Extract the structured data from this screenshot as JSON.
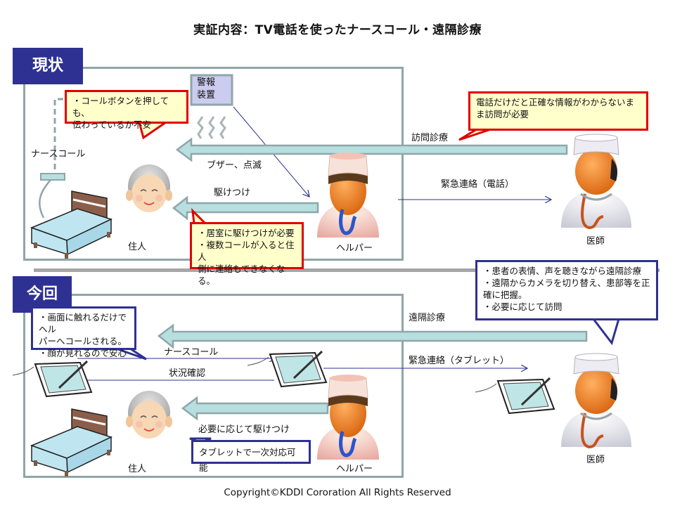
{
  "title": "実証内容：TV電話を使ったナースコール・遠隔診療",
  "current": {
    "tag": "現状",
    "alarm_device": "警報\n装置",
    "alarm_line1": "警報",
    "alarm_line2": "装置",
    "nurse_call_label": "ナースコール",
    "buzzer_label": "ブザー、点滅",
    "rush_label": "駆けつけ",
    "visit_label": "訪問診療",
    "emergency_label": "緊急連絡（電話）",
    "resident_label": "住人",
    "helper_label": "ヘルパー",
    "doctor_label": "医師",
    "callout_resident": [
      "・コールボタンを押しても、",
      "伝わっているか不安"
    ],
    "callout_helper": [
      "・居室に駆けつけが必要",
      "・複数コールが入ると住人",
      "側に連絡もできなくなる。"
    ],
    "callout_doctor": [
      "電話だけだと正確な情報がわからないま",
      "ま訪問が必要"
    ]
  },
  "new": {
    "tag": "今回",
    "remote_label": "遠隔診療",
    "nurse_call_label": "ナースコール",
    "status_check_label": "状況確認",
    "emergency_label": "緊急連絡（タブレット）",
    "rush_label": "必要に応じて駆けつけ",
    "resident_label": "住人",
    "helper_label": "ヘルパー",
    "doctor_label": "医師",
    "callout_resident": [
      "・画面に触れるだけでヘル",
      "パーへコールされる。",
      "・顔が見れるので安心"
    ],
    "callout_helper": [
      "タブレットで一次対応可能"
    ],
    "callout_doctor": [
      "・患者の表情、声を聴きながら遠隔診療",
      "・遠隔からカメラを切り替え、患部等を正",
      "確に把握。",
      "・必要に応じて訪問"
    ]
  },
  "footer": {
    "copyright": "Copyright©KDDI Cororation All Rights Reserved"
  },
  "colors": {
    "section_tag": "#2e3192",
    "frame": "#8fa6a8",
    "arrow_fill": "#b7dfe0",
    "callout_red_border": "#e00000",
    "callout_fill": "#ffffcc",
    "callout_blue_border": "#2e3192",
    "connector_line": "#2e3192"
  }
}
